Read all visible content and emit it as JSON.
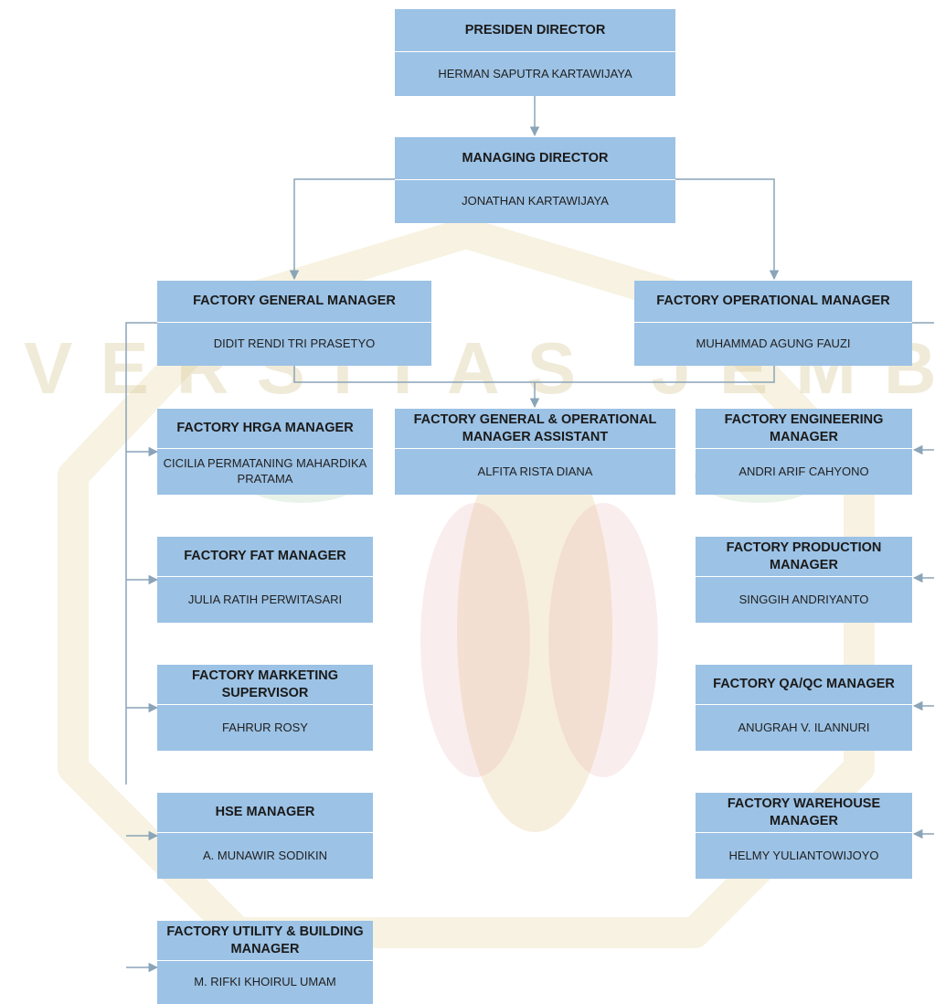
{
  "colors": {
    "box_fill": "#9cc2e5",
    "connector": "#8aa4b8",
    "watermark": "#e8d9a8"
  },
  "watermark": {
    "text": "UNIVERSITAS JEMBER"
  },
  "nodes": {
    "presiden_director": {
      "title": "PRESIDEN DIRECTOR",
      "name": "HERMAN SAPUTRA KARTAWIJAYA"
    },
    "managing_director": {
      "title": "MANAGING DIRECTOR",
      "name": "JONATHAN KARTAWIJAYA"
    },
    "factory_general_manager": {
      "title": "FACTORY GENERAL MANAGER",
      "name": "DIDIT RENDI TRI PRASETYO"
    },
    "factory_operational_manager": {
      "title": "FACTORY OPERATIONAL MANAGER",
      "name": "MUHAMMAD AGUNG FAUZI"
    },
    "factory_hrga_manager": {
      "title": "FACTORY HRGA MANAGER",
      "name": "CICILIA PERMATANING MAHARDIKA PRATAMA"
    },
    "factory_go_manager_assistant": {
      "title": "FACTORY GENERAL & OPERATIONAL MANAGER ASSISTANT",
      "name": "ALFITA RISTA DIANA"
    },
    "factory_engineering_manager": {
      "title": "FACTORY ENGINEERING MANAGER",
      "name": "ANDRI ARIF CAHYONO"
    },
    "factory_fat_manager": {
      "title": "FACTORY FAT MANAGER",
      "name": "JULIA RATIH PERWITASARI"
    },
    "factory_production_manager": {
      "title": "FACTORY PRODUCTION MANAGER",
      "name": "SINGGIH ANDRIYANTO"
    },
    "factory_marketing_supervisor": {
      "title": "FACTORY MARKETING SUPERVISOR",
      "name": "FAHRUR ROSY"
    },
    "factory_qaqc_manager": {
      "title": "FACTORY QA/QC MANAGER",
      "name": "ANUGRAH V. ILANNURI"
    },
    "hse_manager": {
      "title": "HSE MANAGER",
      "name": "A. MUNAWIR SODIKIN"
    },
    "factory_warehouse_manager": {
      "title": "FACTORY WAREHOUSE MANAGER",
      "name": "HELMY YULIANTOWIJOYO"
    },
    "factory_utility_building_manager": {
      "title": "FACTORY UTILITY & BUILDING MANAGER",
      "name": "M. RIFKI KHOIRUL UMAM"
    }
  }
}
